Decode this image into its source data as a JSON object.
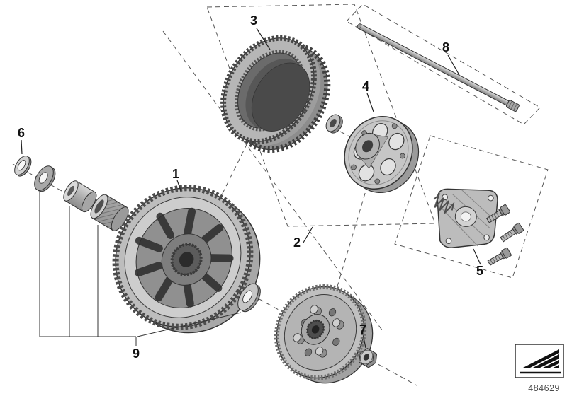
{
  "document": {
    "type": "exploded-parts-diagram",
    "background": "#ffffff",
    "drawing_number": "484629"
  },
  "callouts": [
    {
      "number": "1",
      "part": "clutch-outer-basket"
    },
    {
      "number": "2",
      "part": "clutch-housing-drum"
    },
    {
      "number": "3",
      "part": "clutch-plate-stack"
    },
    {
      "number": "4",
      "part": "pressure-plate"
    },
    {
      "number": "5",
      "part": "retaining-plate-and-bolts"
    },
    {
      "number": "6",
      "part": "shim-ring"
    },
    {
      "number": "7",
      "part": "hub-nut"
    },
    {
      "number": "8",
      "part": "clutch-pushrod"
    },
    {
      "number": "9",
      "part": "washers-and-bearing-sleeves"
    }
  ],
  "colors": {
    "line": "#333333",
    "dash": "#555555",
    "metal_light": "#cfcfcf",
    "metal_mid": "#a0a0a0",
    "metal_dark": "#6a6a6a",
    "slot_dark": "#2e2e2e"
  }
}
